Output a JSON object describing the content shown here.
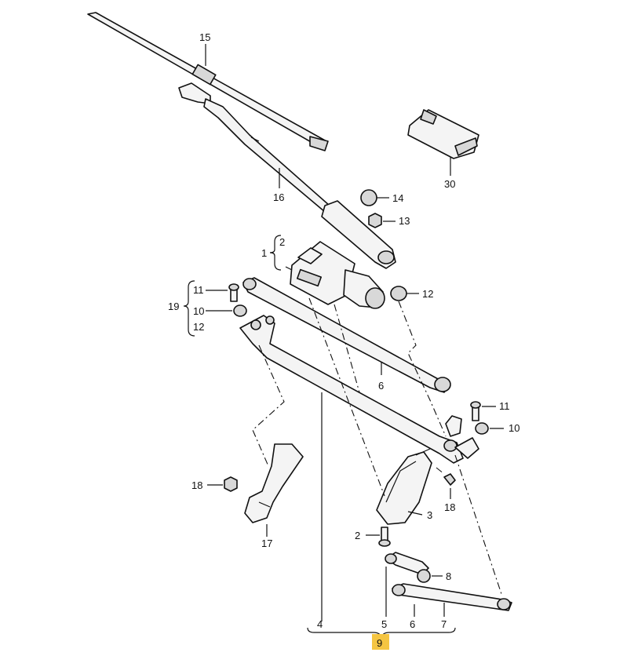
{
  "callouts": {
    "c15": "15",
    "c16": "16",
    "c14": "14",
    "c13": "13",
    "c30": "30",
    "c1": "1",
    "c2": "2",
    "c12a": "12",
    "c11a": "11",
    "c19": "19",
    "c10a": "10",
    "c12b": "12",
    "c6a": "6",
    "c11b": "11",
    "c10b": "10",
    "c18a": "18",
    "c18b": "18",
    "c3": "3",
    "c17": "17",
    "c2b": "2",
    "c8": "8",
    "c4": "4",
    "c5": "5",
    "c6b": "6",
    "c7": "7",
    "c9": "9"
  },
  "highlight_color": "#f5c542"
}
